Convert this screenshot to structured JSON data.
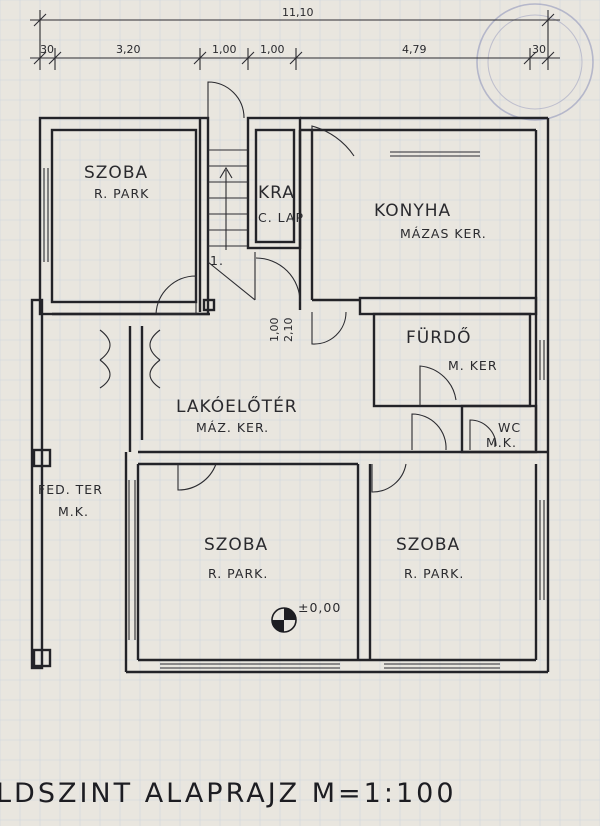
{
  "dimensions": {
    "overall": "11,10",
    "segments": [
      "30",
      "3,20",
      "1,00",
      "1,00",
      "4,79",
      "30"
    ],
    "stair_door": [
      "1,00",
      "2,10"
    ]
  },
  "rooms": [
    {
      "id": "szoba-nw",
      "name": "SZOBA",
      "finish": "R. PARK"
    },
    {
      "id": "kamra",
      "name": "KRA",
      "finish": "C. LAP"
    },
    {
      "id": "konyha",
      "name": "KONYHA",
      "finish": "MÁZAS KER."
    },
    {
      "id": "furdo",
      "name": "FÜRDŐ",
      "finish": "M. KER"
    },
    {
      "id": "lakoeloter",
      "name": "LAKÓELŐTÉR",
      "finish": "MÁZ. KER."
    },
    {
      "id": "wc",
      "name": "WC",
      "finish": "M.K."
    },
    {
      "id": "fed-ter",
      "name": "FED. TER",
      "finish": "M.K."
    },
    {
      "id": "szoba-sw",
      "name": "SZOBA",
      "finish": "R. PARK."
    },
    {
      "id": "szoba-se",
      "name": "SZOBA",
      "finish": "R. PARK."
    }
  ],
  "stair_number": "1.",
  "level_mark": "±0,00",
  "title": "LDSZINT  ALAPRAJZ   M=1:100"
}
